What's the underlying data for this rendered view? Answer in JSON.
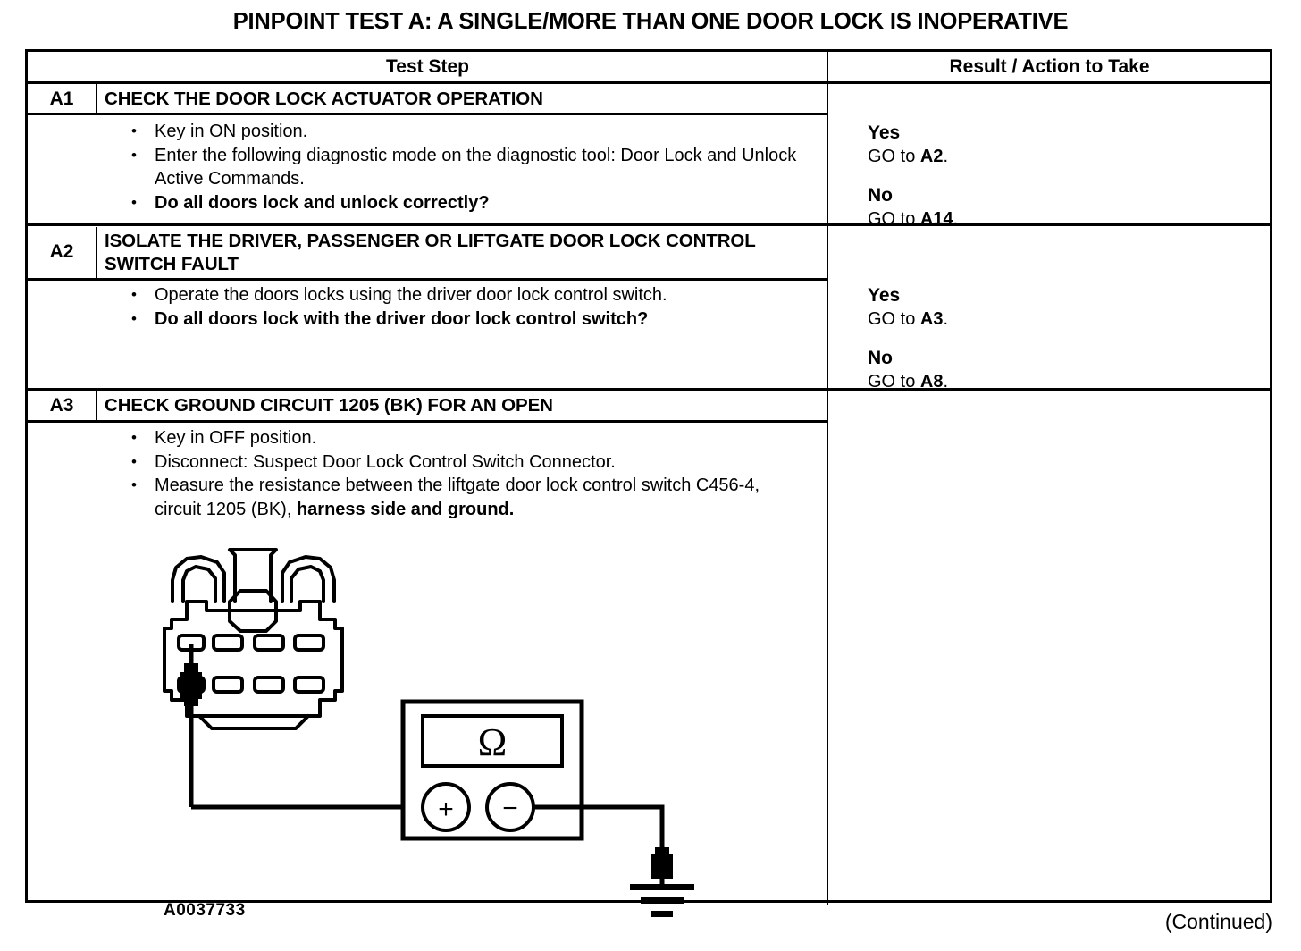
{
  "document": {
    "title": "PINPOINT TEST A: A SINGLE/MORE THAN ONE DOOR LOCK IS INOPERATIVE",
    "footer": "(Continued)"
  },
  "table": {
    "headers": {
      "test_step": "Test Step",
      "result_action": "Result / Action to Take"
    },
    "rows": [
      {
        "id": "A1",
        "heading": "CHECK THE DOOR LOCK ACTUATOR OPERATION",
        "bullets": [
          {
            "text": "Key in ON position.",
            "bold": false
          },
          {
            "text": "Enter the following diagnostic mode on the diagnostic tool: Door Lock and Unlock Active Commands.",
            "bold": false
          },
          {
            "text": "Do all doors lock and unlock correctly?",
            "bold": true
          }
        ],
        "results": [
          {
            "answer": "Yes",
            "action_prefix": "GO to ",
            "action_target": "A2",
            "action_suffix": "."
          },
          {
            "answer": "No",
            "action_prefix": "GO to ",
            "action_target": "A14",
            "action_suffix": "."
          }
        ]
      },
      {
        "id": "A2",
        "heading": "ISOLATE THE DRIVER, PASSENGER OR LIFTGATE DOOR LOCK CONTROL SWITCH FAULT",
        "bullets": [
          {
            "text": "Operate the doors locks using the driver door lock control switch.",
            "bold": false
          },
          {
            "text": "Do all doors lock with the driver door lock control switch?",
            "bold": true
          }
        ],
        "results": [
          {
            "answer": "Yes",
            "action_prefix": "GO to ",
            "action_target": "A3",
            "action_suffix": "."
          },
          {
            "answer": "No",
            "action_prefix": "GO to ",
            "action_target": "A8",
            "action_suffix": "."
          }
        ]
      },
      {
        "id": "A3",
        "heading": "CHECK GROUND CIRCUIT 1205 (BK) FOR AN OPEN",
        "bullets": [
          {
            "text": "Key in OFF position.",
            "bold": false
          },
          {
            "text": "Disconnect: Suspect Door Lock Control Switch Connector.",
            "bold": false
          },
          {
            "text": "Measure the resistance between the liftgate door lock control switch C456-4, circuit 1205 (BK), ",
            "bold": false,
            "bold_tail": "harness side and ground."
          }
        ],
        "results": []
      }
    ]
  },
  "figure": {
    "id": "A0037733",
    "meter_symbol": "Ω",
    "terminal_positive": "+",
    "terminal_negative": "−",
    "connector_name": "door-lock-control-switch-connector",
    "ground_symbol_name": "ground-symbol"
  },
  "colors": {
    "ink": "#000000",
    "paper": "#ffffff"
  }
}
